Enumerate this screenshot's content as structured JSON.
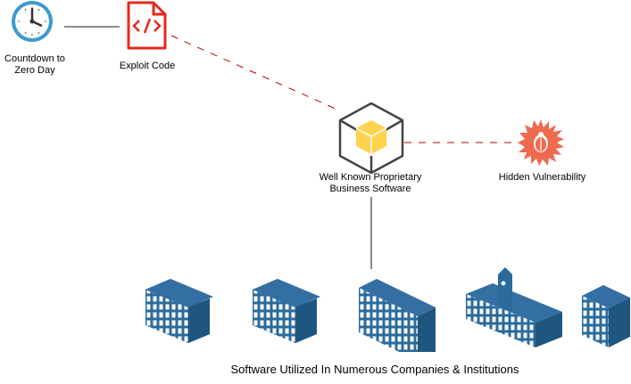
{
  "nodes": {
    "countdown": {
      "label_line1": "Countdown to",
      "label_line2": "Zero Day",
      "icon": "clock-icon"
    },
    "exploit": {
      "label": "Exploit Code",
      "icon": "code-file-icon"
    },
    "software": {
      "label_line1": "Well Known Proprietary",
      "label_line2": "Business Software",
      "icon": "package-cube-icon"
    },
    "vulnerability": {
      "label": "Hidden Vulnerability",
      "icon": "bug-burst-icon"
    }
  },
  "buildings": {
    "caption": "Software Utilized In Numerous Companies & Institutions",
    "items": [
      "office-building-icon",
      "office-building-icon",
      "large-office-building-icon",
      "university-building-icon",
      "small-building-icon"
    ]
  },
  "colors": {
    "clock": "#3d9ad1",
    "exploit": "#e8271c",
    "cube": "#ffd34e",
    "bug": "#ef6a4f",
    "building": "#2a6a9c",
    "dashed_line": "#b20000",
    "solid_line": "#666666"
  }
}
